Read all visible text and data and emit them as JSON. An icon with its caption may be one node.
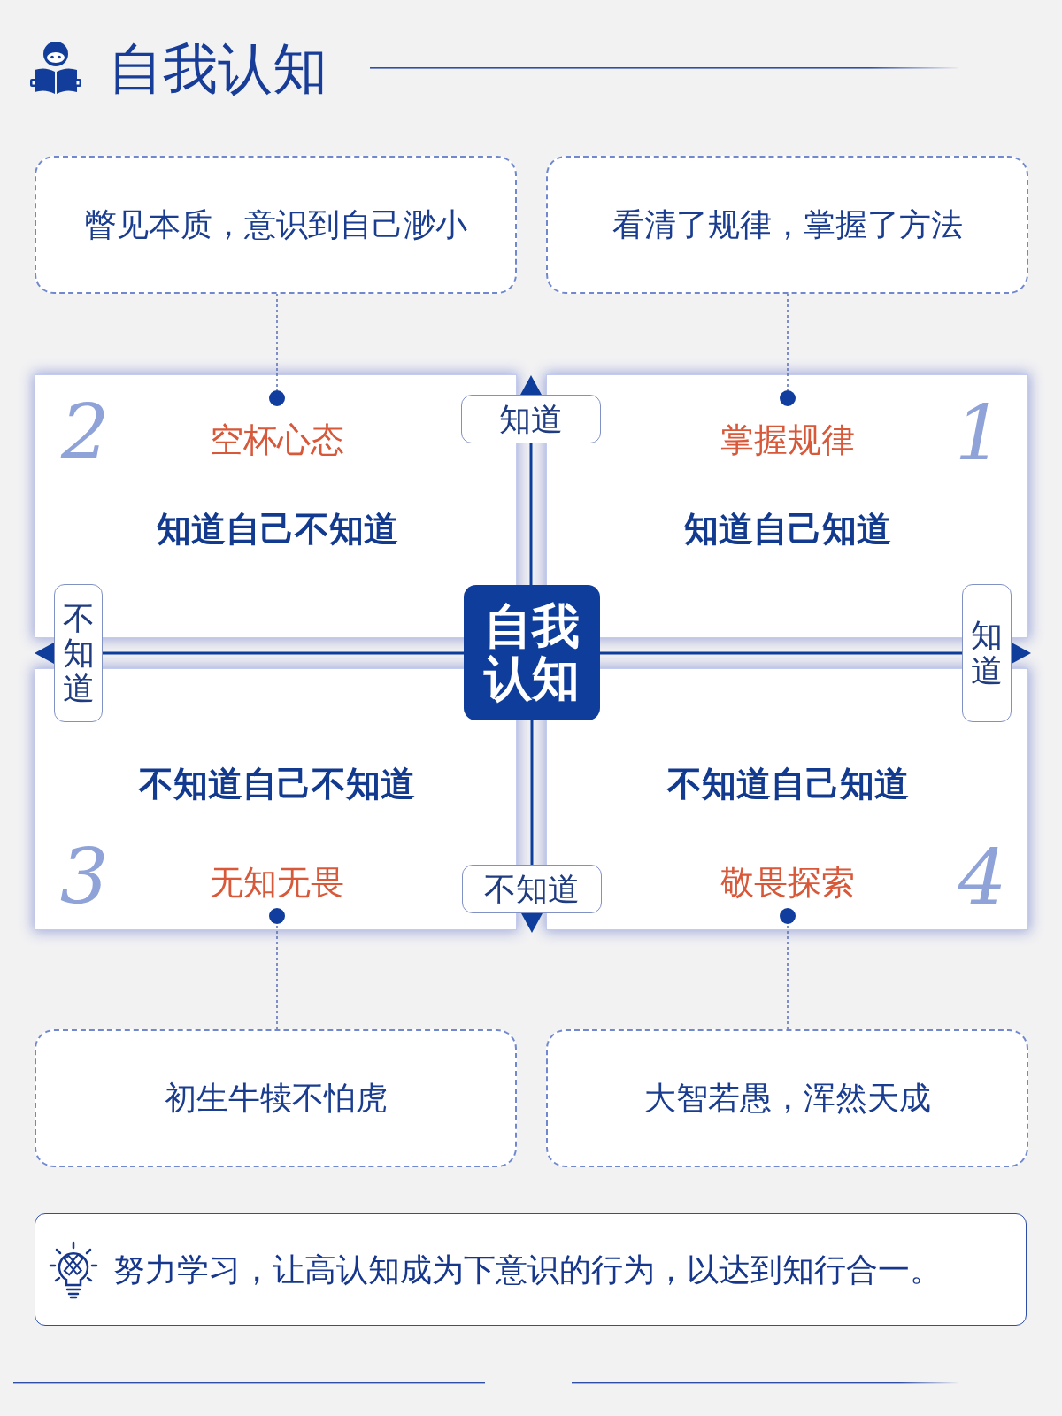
{
  "diagram": {
    "title": "自我认知",
    "nodes": [
      {
        "text": [
          "瞥见本质，意识到自己渺小"
        ]
      },
      {
        "text": [
          "看清了规律，掌握了方法"
        ]
      },
      {
        "text": [
          "2",
          "空杯心态",
          "知道自己不知道"
        ]
      },
      {
        "text": [],
        "shape": "circle",
        "in": 2
      },
      {
        "text": [
          "知道"
        ]
      },
      {
        "text": [
          "掌握规律",
          "1",
          "知道自己知道"
        ]
      },
      {
        "text": [],
        "shape": "circle",
        "in": 5
      },
      {
        "text": [
          "不知道"
        ]
      },
      {
        "text": [
          "自我认知"
        ]
      },
      {
        "text": [
          "知道"
        ]
      },
      {
        "text": [
          "不知道自己不知道",
          "3",
          "无知无畏"
        ]
      },
      {
        "text": [],
        "shape": "circle",
        "in": 10
      },
      {
        "text": [
          "不知道"
        ]
      },
      {
        "text": [
          "不知道自己知道",
          "敬畏探索",
          "4"
        ]
      },
      {
        "text": [],
        "shape": "circle",
        "in": 13
      },
      {
        "text": [
          "初生牛犊不怕虎"
        ]
      },
      {
        "text": [
          "大智若愚，浑然天成"
        ]
      },
      {
        "text": [
          "努力学习，让高认知成为下意识的行为，以达到知行合一。"
        ]
      }
    ],
    "edges": [
      {
        "from": 0,
        "to": 3,
        "arrow": "none",
        "style": "dashed"
      },
      {
        "from": 1,
        "to": 6,
        "arrow": "none",
        "style": "dashed"
      },
      {
        "from": 15,
        "to": 11,
        "arrow": "none",
        "style": "dashed"
      },
      {
        "from": 16,
        "to": 14,
        "arrow": "none",
        "style": "dashed"
      },
      {
        "from": 8,
        "to": 4,
        "arrow": "to",
        "color": "#0f3d9c"
      },
      {
        "from": 8,
        "to": 7,
        "arrow": "to",
        "color": "#0f3d9c"
      },
      {
        "from": 8,
        "to": 9,
        "arrow": "to",
        "color": "#0f3d9c"
      },
      {
        "from": 8,
        "to": 12,
        "arrow": "to",
        "color": "#0f3d9c"
      }
    ]
  }
}
